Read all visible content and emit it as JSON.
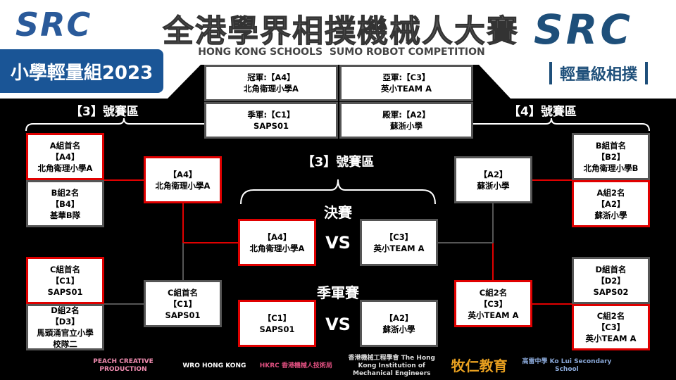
{
  "header": {
    "title": "全港學界相撲機械人大賽",
    "subtitle": "HONG KONG SCHOOLS  SUMO ROBOT COMPETITION",
    "badge": "小學輕量組2023",
    "logo_left": "SRC",
    "logo_right": "SRC",
    "logo_right_sub": "輕量級相撲"
  },
  "results": [
    {
      "label": "冠軍:【A4】",
      "team": "北角衛理小學A"
    },
    {
      "label": "亞軍:【C3】",
      "team": "英小TEAM A"
    },
    {
      "label": "季軍:【C1】",
      "team": "SAPS01"
    },
    {
      "label": "殿軍:【A2】",
      "team": "蘇浙小學"
    }
  ],
  "zones": {
    "left": "【3】號賽區",
    "right": "【4】號賽區",
    "center": "【3】號賽區"
  },
  "stages": {
    "final": "決賽",
    "third": "季軍賽",
    "vs": "VS"
  },
  "boxes": [
    {
      "id": "left-1",
      "lines": [
        "A組首名",
        "【A4】",
        "北角衛理小學A"
      ],
      "winner": true
    },
    {
      "id": "left-2",
      "lines": [
        "B組2名",
        "【B4】",
        "基華B隊"
      ],
      "winner": false
    },
    {
      "id": "left-3",
      "lines": [
        "C組首名",
        "【C1】",
        "SAPS01"
      ],
      "winner": true
    },
    {
      "id": "left-4",
      "lines": [
        "D組2名",
        "【D3】",
        "馬頭涌官立小學",
        "校隊二"
      ],
      "winner": false
    },
    {
      "id": "semi-left-1",
      "lines": [
        "【A4】",
        "北角衛理小學A"
      ],
      "winner": true
    },
    {
      "id": "semi-left-2",
      "lines": [
        "C組首名",
        "【C1】",
        "SAPS01"
      ],
      "winner": false
    },
    {
      "id": "final-1",
      "lines": [
        "【A4】",
        "北角衛理小學A"
      ],
      "winner": true
    },
    {
      "id": "final-2",
      "lines": [
        "【C3】",
        "英小TEAM A"
      ],
      "winner": false
    },
    {
      "id": "third-1",
      "lines": [
        "【C1】",
        "SAPS01"
      ],
      "winner": true
    },
    {
      "id": "third-2",
      "lines": [
        "【A2】",
        "蘇浙小學"
      ],
      "winner": false
    },
    {
      "id": "semi-right-1",
      "lines": [
        "【A2】",
        "蘇浙小學"
      ],
      "winner": false
    },
    {
      "id": "semi-right-2",
      "lines": [
        "C組2名",
        "【C3】",
        "英小TEAM A"
      ],
      "winner": true
    },
    {
      "id": "right-1",
      "lines": [
        "B組首名",
        "【B2】",
        "北角衛理小學B"
      ],
      "winner": false
    },
    {
      "id": "right-2",
      "lines": [
        "A組2名",
        "【A2】",
        "蘇浙小學"
      ],
      "winner": true
    },
    {
      "id": "right-3",
      "lines": [
        "D組首名",
        "【D2】",
        "SAPS02"
      ],
      "winner": false
    },
    {
      "id": "right-4",
      "lines": [
        "C組2名",
        "【C3】",
        "英小TEAM A"
      ],
      "winner": true
    }
  ],
  "sponsors": [
    "PEACH CREATIVE PRODUCTION",
    "WRO HONG KONG",
    "HKRC 香港機械人技術局",
    "香港機械工程學會 The Hong Kong Institution of Mechanical Engineers",
    "牧仁教育",
    "高雷中學 Ko Lui Secondary School"
  ],
  "colors": {
    "badge": "#1a5596",
    "winner_border": "#e00000",
    "loser_border": "#555555"
  }
}
